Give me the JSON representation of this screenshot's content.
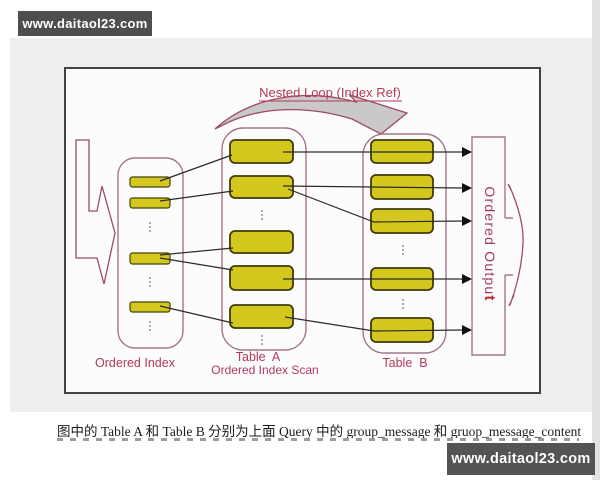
{
  "watermarks": {
    "top_left": "www.daitaol23.com",
    "bottom_right": "www.daitaol23.com"
  },
  "diagram": {
    "title_arrow_label": "Nested Loop (Index Ref)",
    "ordered_index": {
      "label": "Ordered Index",
      "entry_count": 4
    },
    "table_a": {
      "label": "Table  A",
      "sublabel": "Ordered Index Scan",
      "row_count": 5
    },
    "table_b": {
      "label": "Table  B",
      "row_count": 5
    },
    "ordered_output": {
      "label_main": "Ordered Outpu",
      "label_accent": "t"
    },
    "connections": {
      "index_to_table_a": [
        "I1→A1",
        "I2→A2",
        "I3→A3",
        "I3→A4",
        "I4→A5"
      ],
      "table_a_to_table_b": [
        "A1→B1",
        "A2→B2",
        "A2→B3",
        "A4→B4",
        "A5→B5"
      ],
      "table_b_to_output_arrow_count": 5
    },
    "colors": {
      "row_fill": "#d4c81f",
      "accent_maroon": "#b03a5a",
      "container_stroke": "#a2778d",
      "nested_arrow_fill": "#cac8c8",
      "line_black": "#2b2b2b",
      "output_accent_red": "#c81f30"
    }
  },
  "caption": {
    "line1": "图中的 Table A 和 Table B 分别为上面 Query 中的 group_message 和 gruop_message_content",
    "line2_truncated": true
  }
}
